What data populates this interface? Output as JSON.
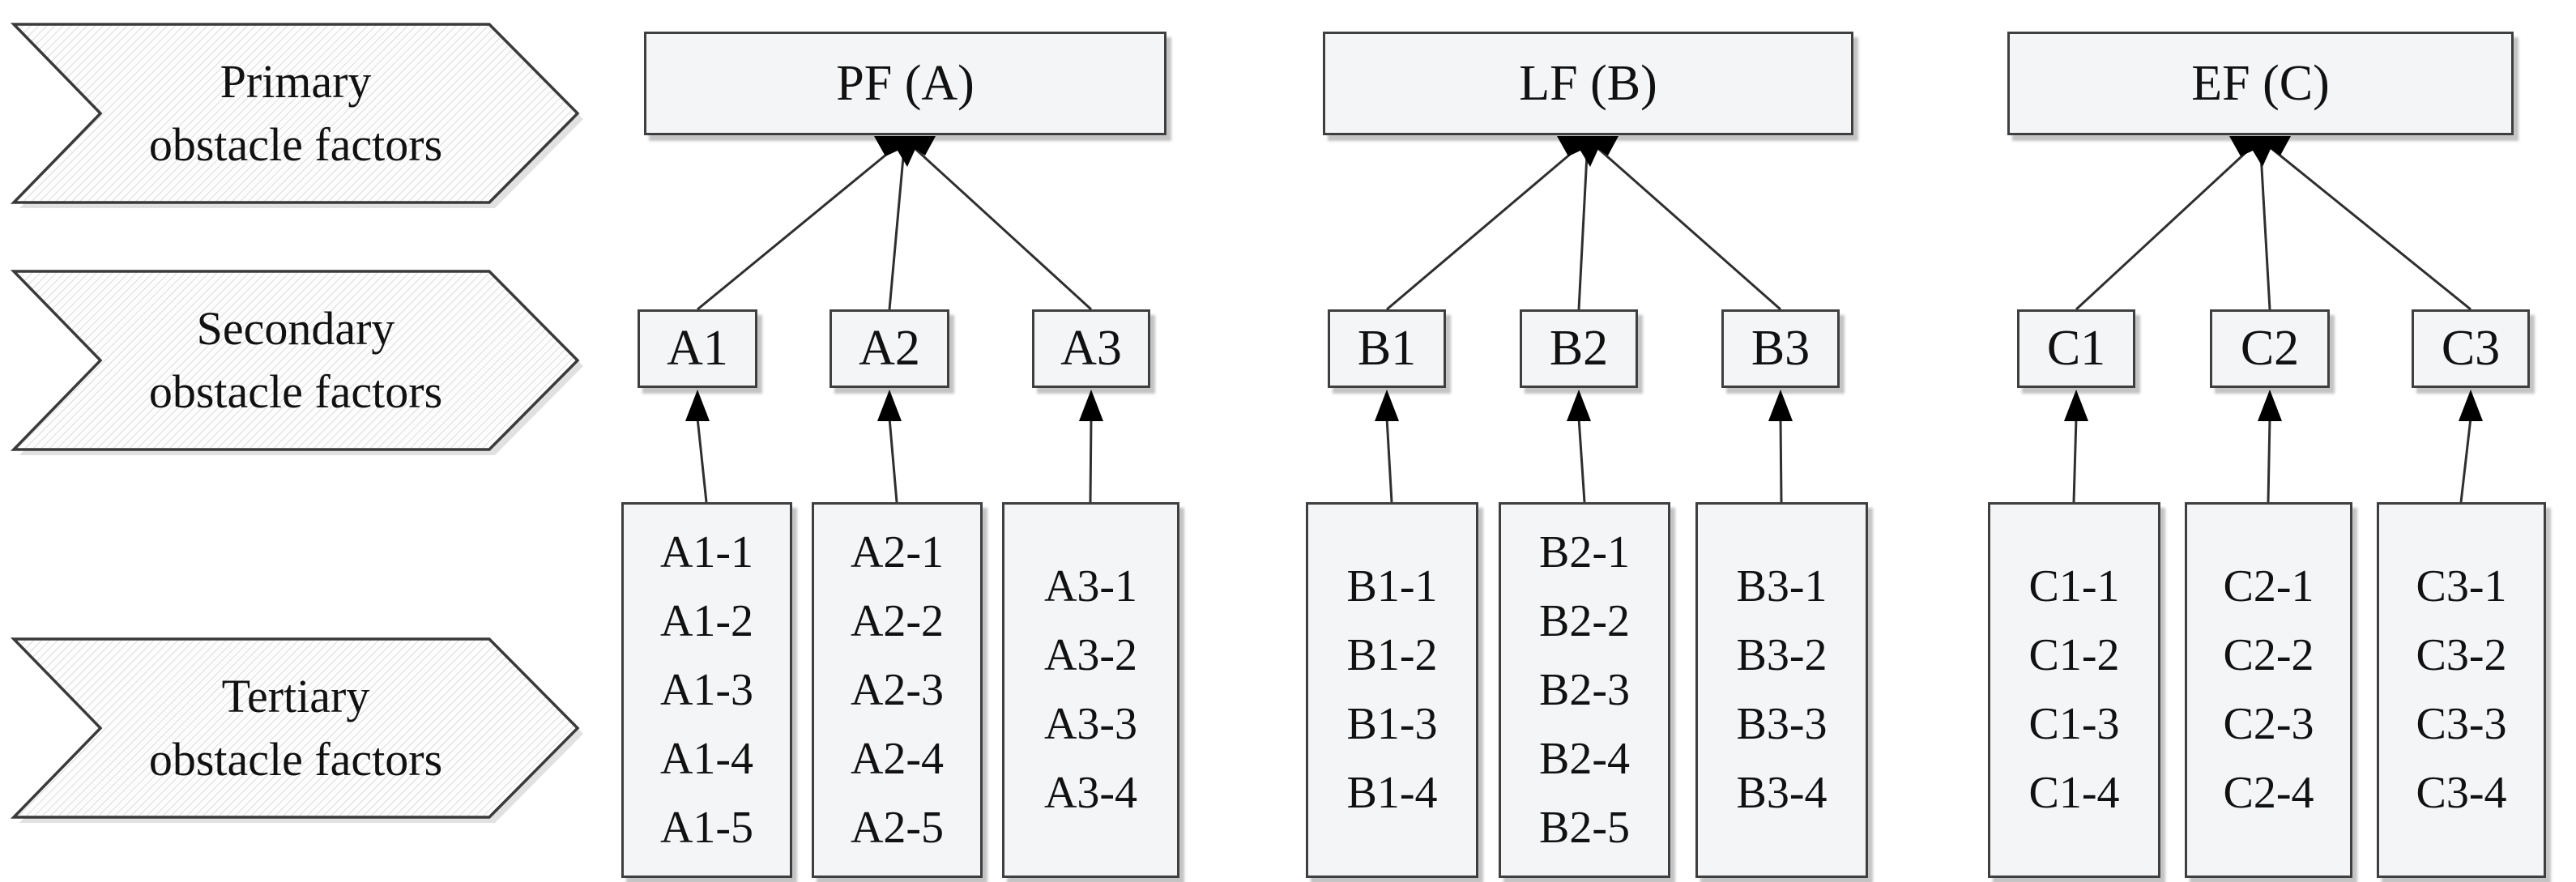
{
  "banners": [
    {
      "line1": "Primary",
      "line2": "obstacle factors"
    },
    {
      "line1": "Secondary",
      "line2": "obstacle factors"
    },
    {
      "line1": "Tertiary",
      "line2": "obstacle factors"
    }
  ],
  "groups": [
    {
      "primary_label": "PF (A)",
      "secondary": [
        {
          "label": "A1",
          "items": [
            "A1-1",
            "A1-2",
            "A1-3",
            "A1-4",
            "A1-5"
          ]
        },
        {
          "label": "A2",
          "items": [
            "A2-1",
            "A2-2",
            "A2-3",
            "A2-4",
            "A2-5"
          ]
        },
        {
          "label": "A3",
          "items": [
            "A3-1",
            "A3-2",
            "A3-3",
            "A3-4"
          ]
        }
      ]
    },
    {
      "primary_label": "LF (B)",
      "secondary": [
        {
          "label": "B1",
          "items": [
            "B1-1",
            "B1-2",
            "B1-3",
            "B1-4"
          ]
        },
        {
          "label": "B2",
          "items": [
            "B2-1",
            "B2-2",
            "B2-3",
            "B2-4",
            "B2-5"
          ]
        },
        {
          "label": "B3",
          "items": [
            "B3-1",
            "B3-2",
            "B3-3",
            "B3-4"
          ]
        }
      ]
    },
    {
      "primary_label": "EF (C)",
      "secondary": [
        {
          "label": "C1",
          "items": [
            "C1-1",
            "C1-2",
            "C1-3",
            "C1-4"
          ]
        },
        {
          "label": "C2",
          "items": [
            "C2-1",
            "C2-2",
            "C2-3",
            "C2-4"
          ]
        },
        {
          "label": "C3",
          "items": [
            "C3-1",
            "C3-2",
            "C3-3",
            "C3-4"
          ]
        }
      ]
    }
  ],
  "colors": {
    "box_fill": "#f4f5f7",
    "box_border": "#3f3f3f",
    "connector": "#2f2f2f",
    "arrowhead": "#000000",
    "banner_hatch": "#d4d4d4",
    "banner_fill": "#fdfdfd",
    "background": "#ffffff"
  }
}
